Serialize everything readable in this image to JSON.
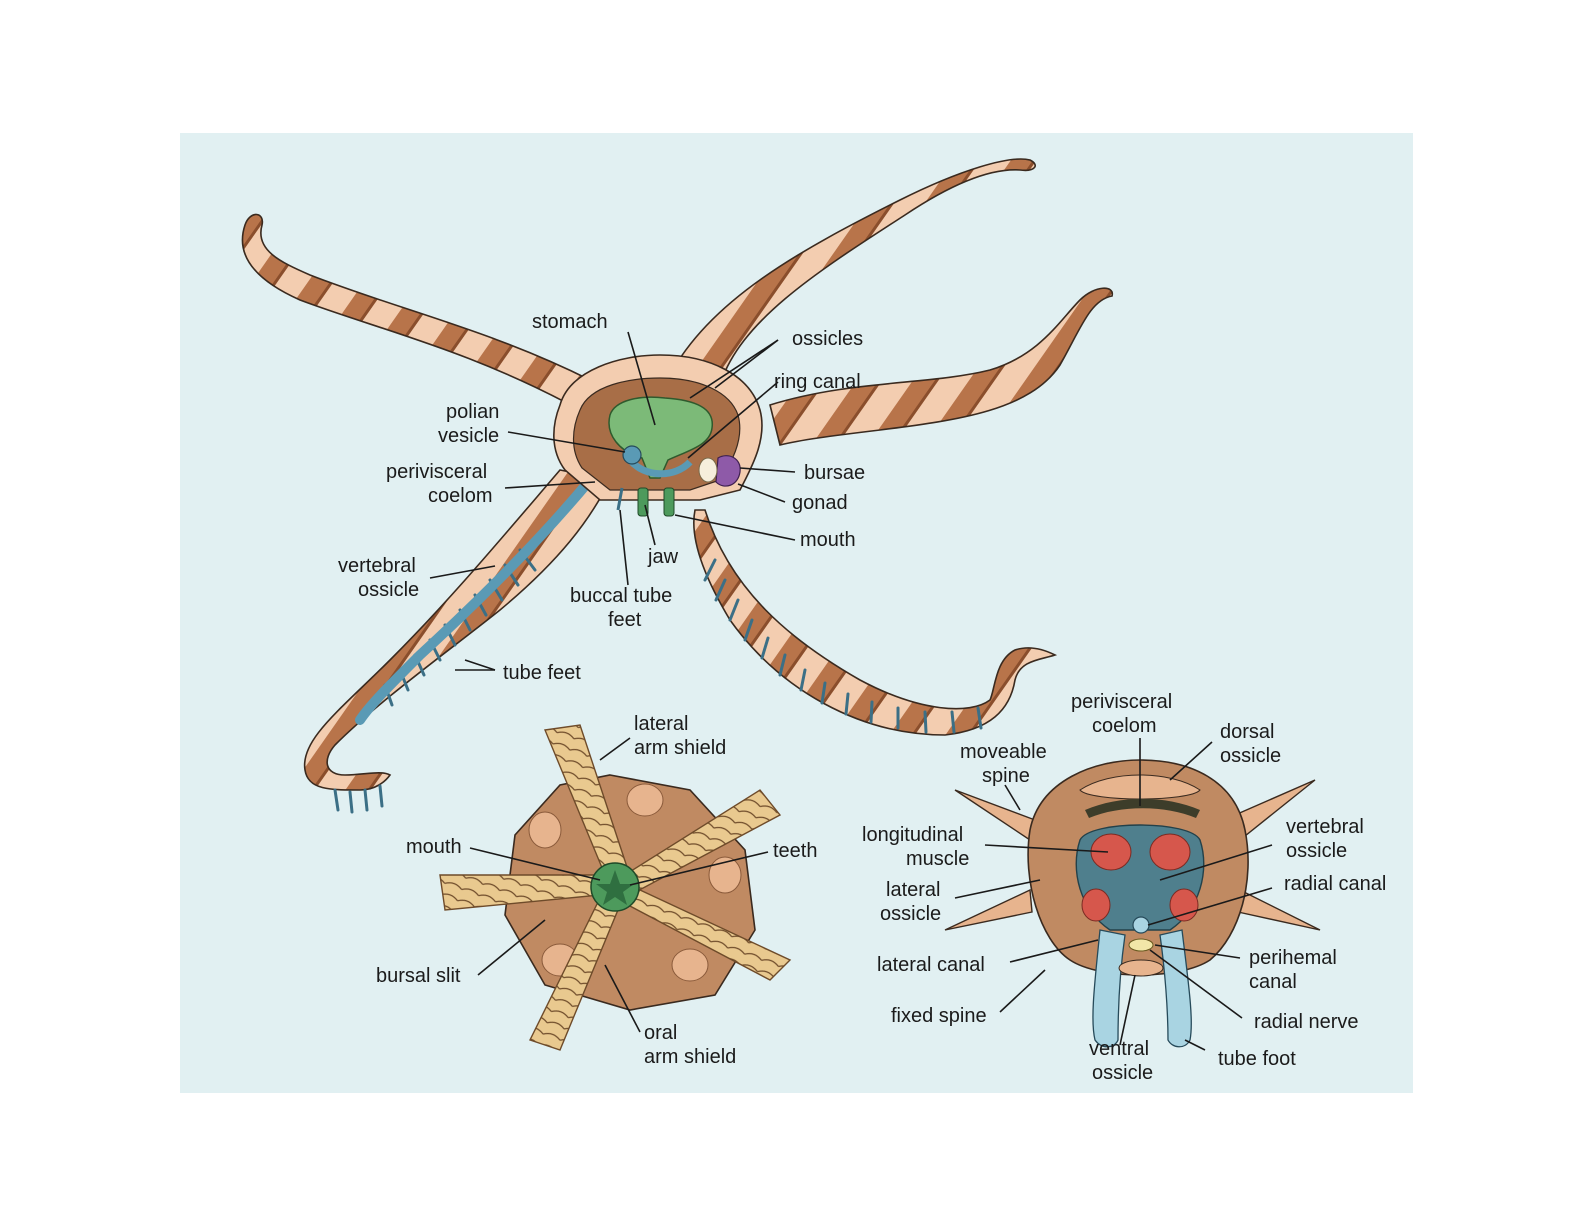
{
  "colors": {
    "background": "#e1f0f2",
    "body_skin": "#f3cdb0",
    "body_band": "#b8744a",
    "coelom": "#a86e47",
    "stomach": "#7cba78",
    "water_vascular": "#5a9ab5",
    "gonad": "#8e5aa8",
    "muscle": "#d6574c",
    "disc": "#c08a62",
    "plate": "#e9c98f"
  },
  "labels": {
    "stomach": "stomach",
    "ossicles": "ossicles",
    "ring_canal": "ring canal",
    "polian_vesicle": [
      "polian",
      "vesicle"
    ],
    "perivisceral_coelom": [
      "perivisceral",
      "coelom"
    ],
    "bursae": "bursae",
    "gonad": "gonad",
    "mouth": "mouth",
    "jaw": "jaw",
    "vertebral_ossicle": [
      "vertebral",
      "ossicle"
    ],
    "buccal_tube_feet": [
      "buccal tube",
      "feet"
    ],
    "tube_feet": "tube feet"
  },
  "oral_view": {
    "lateral_arm_shield": [
      "lateral",
      "arm shield"
    ],
    "mouth": "mouth",
    "teeth": "teeth",
    "bursal_slit": "bursal slit",
    "oral_arm_shield": [
      "oral",
      "arm shield"
    ]
  },
  "cross_section": {
    "perivisceral_coelom": [
      "perivisceral",
      "coelom"
    ],
    "dorsal_ossicle": [
      "dorsal",
      "ossicle"
    ],
    "moveable_spine": [
      "moveable",
      "spine"
    ],
    "longitudinal_muscle": [
      "longitudinal",
      "muscle"
    ],
    "vertebral_ossicle": [
      "vertebral",
      "ossicle"
    ],
    "lateral_ossicle": [
      "lateral",
      "ossicle"
    ],
    "radial_canal": "radial canal",
    "lateral_canal": "lateral canal",
    "perihemal_canal": [
      "perihemal",
      "canal"
    ],
    "fixed_spine": "fixed spine",
    "radial_nerve": "radial nerve",
    "ventral_ossicle": [
      "ventral",
      "ossicle"
    ],
    "tube_foot": "tube foot"
  }
}
